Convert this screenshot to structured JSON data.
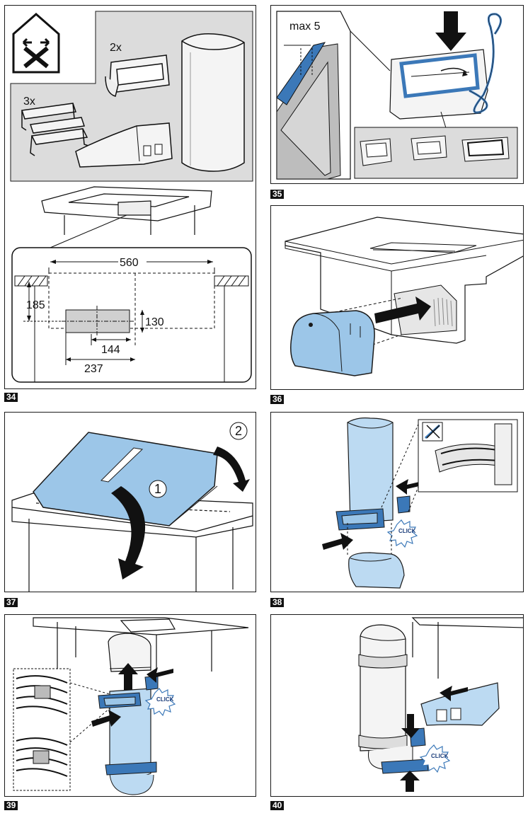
{
  "steps": [
    {
      "id": "34",
      "label": "34"
    },
    {
      "id": "35",
      "label": "35"
    },
    {
      "id": "36",
      "label": "36"
    },
    {
      "id": "37",
      "label": "37"
    },
    {
      "id": "38",
      "label": "38"
    },
    {
      "id": "39",
      "label": "39"
    },
    {
      "id": "40",
      "label": "40"
    }
  ],
  "step34": {
    "qty_bends": "2x",
    "qty_clips": "3x",
    "dimensions": {
      "width": "560",
      "height_offset": "185",
      "opening_height": "130",
      "opening_width": "144",
      "offset_width": "237"
    }
  },
  "step35": {
    "max_gap": "max 5"
  },
  "step37": {
    "order_1": "1",
    "order_2": "2"
  },
  "click_label": "CLICK",
  "colors": {
    "accent_blue": "#9cc6e8",
    "accent_blue_dark": "#3b78b8",
    "panel_gray": "#e0e0e0",
    "line": "#1a1a1a"
  },
  "icons": [
    "no-tools-icon",
    "push-arrow-icon",
    "rotate-arrow-icon",
    "click-burst-icon",
    "wrench-crossed-icon"
  ]
}
